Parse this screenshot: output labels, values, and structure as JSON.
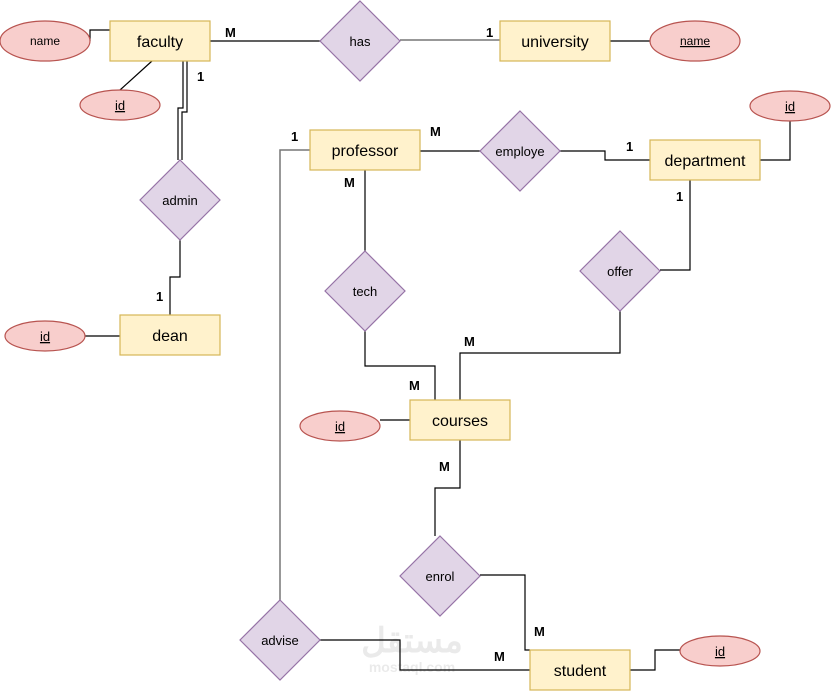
{
  "entities": {
    "faculty": "faculty",
    "university": "university",
    "professor": "professor",
    "department": "department",
    "dean": "dean",
    "courses": "courses",
    "student": "student"
  },
  "relationships": {
    "has": "has",
    "admin": "admin",
    "employe": "employe",
    "tech": "tech",
    "offer": "offer",
    "enrol": "enrol",
    "advise": "advise"
  },
  "attributes": {
    "faculty_name": "name",
    "faculty_id": "id",
    "university_name": "name",
    "department_id": "id",
    "dean_id": "id",
    "courses_id": "id",
    "student_id": "id"
  },
  "cardinalities": {
    "faculty_has": "M",
    "university_has": "1",
    "faculty_admin": "1",
    "dean_admin": "1",
    "professor_advise": "1",
    "professor_employe": "M",
    "professor_tech": "M",
    "department_employe": "1",
    "department_offer": "1",
    "courses_offer": "M",
    "courses_tech": "M",
    "courses_enrol": "M",
    "student_enrol": "M",
    "student_advise": "M"
  },
  "watermark": {
    "arabic": "مستقل",
    "latin": "mostaql.com"
  },
  "colors": {
    "entity_fill": "#fff2cc",
    "entity_stroke": "#d6b656",
    "relationship_fill": "#e1d5e7",
    "relationship_stroke": "#9673a6",
    "attribute_fill": "#f8cecc",
    "attribute_stroke": "#b85450"
  }
}
